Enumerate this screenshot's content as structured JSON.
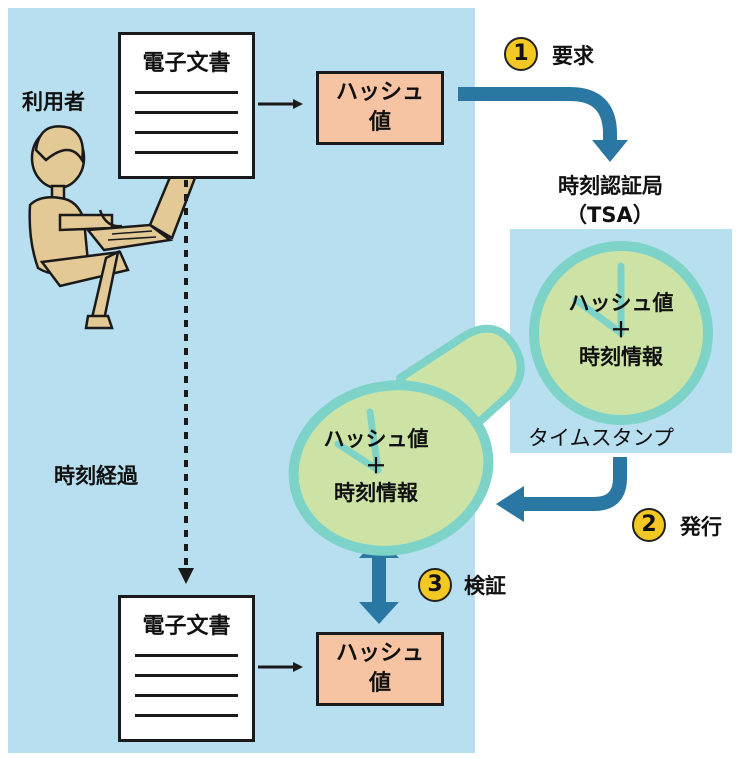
{
  "document": {
    "title": "電子文書"
  },
  "hash": {
    "line1": "ハッシュ",
    "line2": "値"
  },
  "user_label": "利用者",
  "elapsed_label": "時刻経過",
  "steps": [
    {
      "number": "1",
      "label": "要求"
    },
    {
      "number": "2",
      "label": "発行"
    },
    {
      "number": "3",
      "label": "検証"
    }
  ],
  "tsa": {
    "name": "時刻認証局",
    "abbr": "（TSA）"
  },
  "timestamp": {
    "line1": "ハッシュ値",
    "plus": "＋",
    "line2": "時刻情報",
    "caption": "タイムスタンプ"
  },
  "colors": {
    "panel": "#b8dff0",
    "hash_box": "#f7c4a3",
    "arrow_blue": "#2a77a3",
    "badge": "#f4c823",
    "clock_fill": "#cde3a6",
    "clock_ring": "#7ed3c8"
  }
}
